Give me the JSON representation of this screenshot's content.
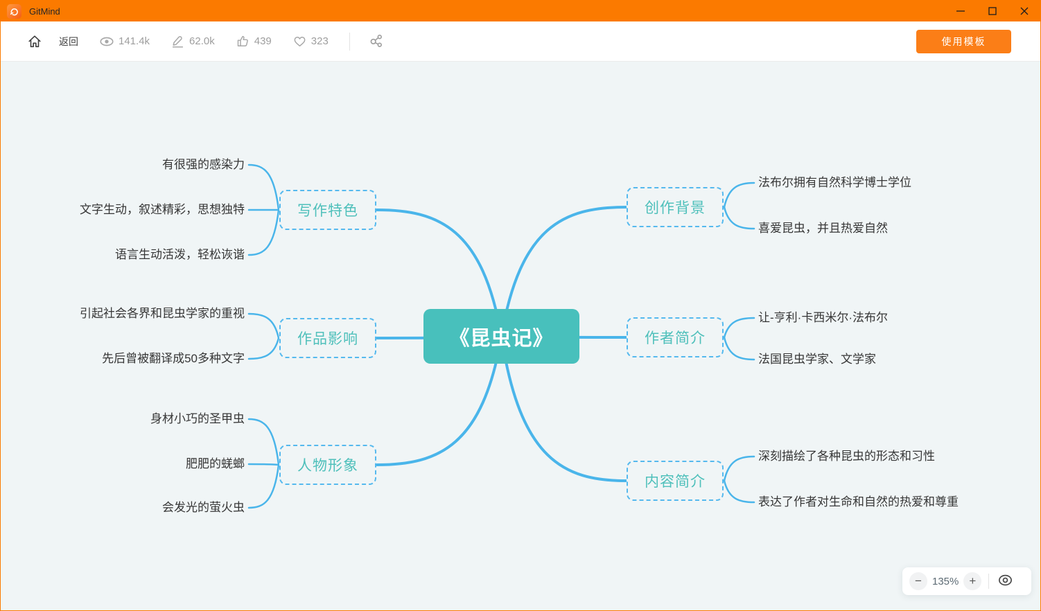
{
  "titlebar": {
    "app_name": "GitMind"
  },
  "toolbar": {
    "back_label": "返回",
    "stats": {
      "views": "141.4k",
      "edits": "62.0k",
      "likes": "439",
      "favorites": "323"
    },
    "template_button": "使用模板"
  },
  "zoombar": {
    "zoom_out": "−",
    "level": "135%",
    "zoom_in": "+"
  },
  "mindmap": {
    "root": {
      "label": "《昆虫记》"
    },
    "branches": [
      {
        "label": "创作背景",
        "side": "right",
        "children": [
          "法布尔拥有自然科学博士学位",
          "喜爱昆虫，并且热爱自然"
        ]
      },
      {
        "label": "作者简介",
        "side": "right",
        "children": [
          "让-亨利·卡西米尔·法布尔",
          "法国昆虫学家、文学家"
        ]
      },
      {
        "label": "内容简介",
        "side": "right",
        "children": [
          "深刻描绘了各种昆虫的形态和习性",
          "表达了作者对生命和自然的热爱和尊重"
        ]
      },
      {
        "label": "写作特色",
        "side": "left",
        "children": [
          "有很强的感染力",
          "文字生动，叙述精彩，思想独特",
          "语言生动活泼，轻松诙谐"
        ]
      },
      {
        "label": "作品影响",
        "side": "left",
        "children": [
          "引起社会各界和昆虫学家的重视",
          "先后曾被翻译成50多种文字"
        ]
      },
      {
        "label": "人物形象",
        "side": "left",
        "children": [
          "身材小巧的圣甲虫",
          "肥肥的蜣螂",
          "会发光的萤火虫"
        ]
      }
    ]
  },
  "colors": {
    "titlebar_orange": "#fb7a00",
    "template_button_orange": "#fb7e17",
    "root_node_teal": "#48c0bc",
    "edge_blue": "#4ab5ea",
    "dashed_border_blue": "#55b9ee",
    "branch_text_teal": "#4fc0bb",
    "canvas_background": "#f0f5f6"
  }
}
